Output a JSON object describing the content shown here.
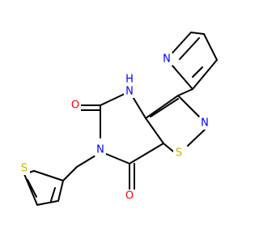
{
  "molecule": {
    "atoms": [
      {
        "id": "N1",
        "symbol": "N",
        "color": "#0000ff",
        "hetero": true
      },
      {
        "id": "N2",
        "symbol": "H",
        "color": "#0000ff",
        "hetero": true
      },
      {
        "id": "N3",
        "symbol": "N",
        "color": "#0000ff",
        "hetero": true
      },
      {
        "id": "N4",
        "symbol": "N",
        "color": "#0000ff",
        "hetero": true
      },
      {
        "id": "S1",
        "symbol": "S",
        "color": "#b8b800",
        "hetero": true
      },
      {
        "id": "S2",
        "symbol": "S",
        "color": "#b8b800",
        "hetero": true
      },
      {
        "id": "O1",
        "symbol": "O",
        "color": "#ff0000",
        "hetero": true
      },
      {
        "id": "O2",
        "symbol": "O",
        "color": "#ff0000",
        "hetero": true
      }
    ],
    "labels": {
      "pyridine_n": "N",
      "nh_n": "N",
      "nh_h": "H",
      "isothiazole_n": "N",
      "isothiazole_s": "S",
      "imide_n": "N",
      "carbonyl_o_upper": "O",
      "carbonyl_o_lower": "O",
      "thiophene_s": "S"
    },
    "colors": {
      "nitrogen": "#0000ff",
      "oxygen": "#ff0000",
      "sulfur": "#b8b800",
      "bond": "#000000"
    }
  }
}
